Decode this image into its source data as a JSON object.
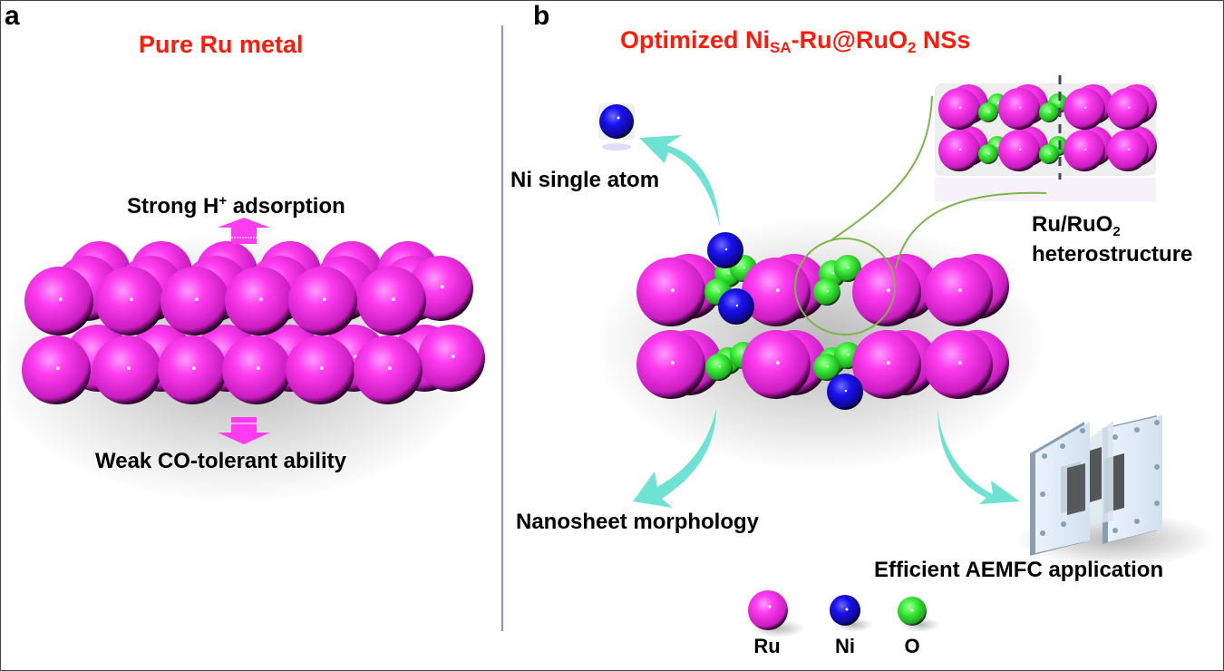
{
  "panels": {
    "a": {
      "label": "a",
      "title": "Pure Ru metal",
      "top_annotation": {
        "text": "Strong H",
        "superscript": "+",
        "text_after": " adsorption"
      },
      "bottom_annotation": "Weak CO-tolerant ability"
    },
    "b": {
      "label": "b",
      "title": {
        "prefix": "Optimized Ni",
        "sub1": "SA",
        "middle": "-Ru@RuO",
        "sub2": "2",
        "suffix": " NSs"
      },
      "callouts": {
        "ni_single_atom": "Ni single atom",
        "heterostructure_line1": {
          "text": "Ru/RuO",
          "sub": "2"
        },
        "heterostructure_line2": "heterostructure",
        "nanosheet": "Nanosheet morphology",
        "aemfc": "Efficient AEMFC application"
      }
    }
  },
  "legend": [
    {
      "element": "Ru",
      "color": "#ff3cf0"
    },
    {
      "element": "Ni",
      "color": "#1a10f0"
    },
    {
      "element": "O",
      "color": "#3cf03a"
    }
  ],
  "colors": {
    "title": "#ff1a0a",
    "divider": "#8c88ff",
    "arrow_teal": "#6ee3d4",
    "arrow_magenta": "#ff3cf0",
    "zoom_circle": "#7ab648"
  }
}
